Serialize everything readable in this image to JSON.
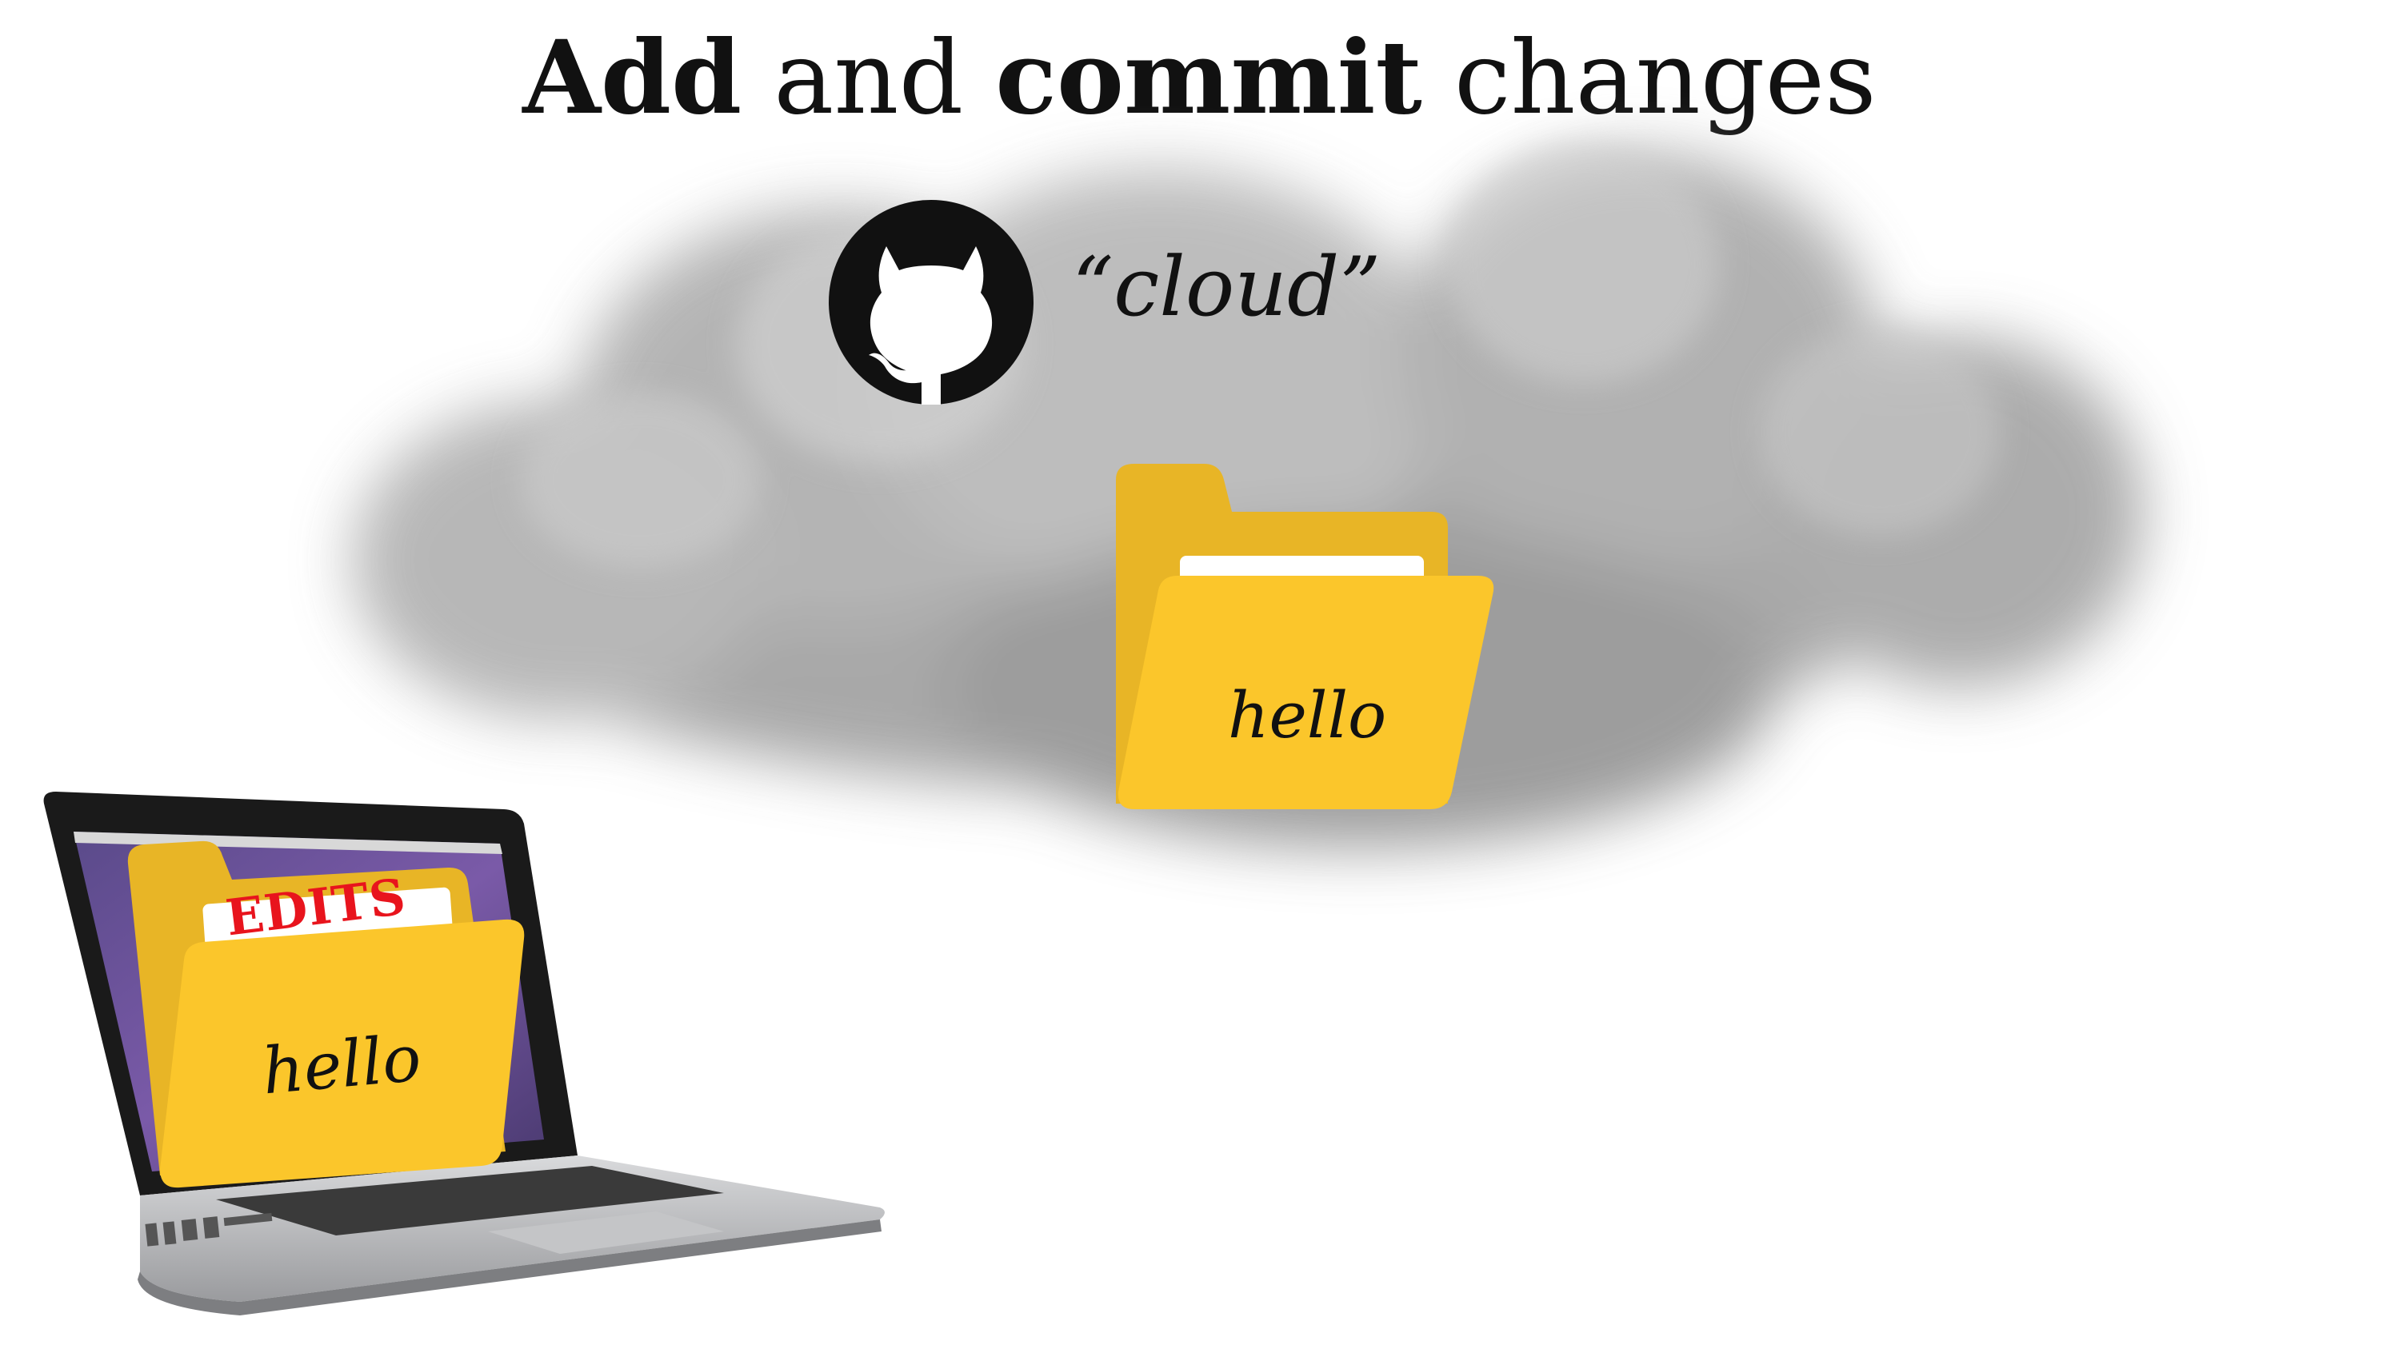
{
  "title": {
    "part1": "Add",
    "part2": " and ",
    "part3": "commit",
    "part4": " changes"
  },
  "cloud": {
    "label": "“cloud”",
    "logo_icon": "github-octocat-icon",
    "folder_label": "hello"
  },
  "laptop": {
    "folder_label": "hello",
    "edits_label": "EDITS",
    "laptop_icon": "macbook-pro-icon"
  },
  "colors": {
    "folder": "#fbc62b",
    "folder_back": "#e8b526",
    "edits": "#e8141d",
    "text": "#111111"
  }
}
